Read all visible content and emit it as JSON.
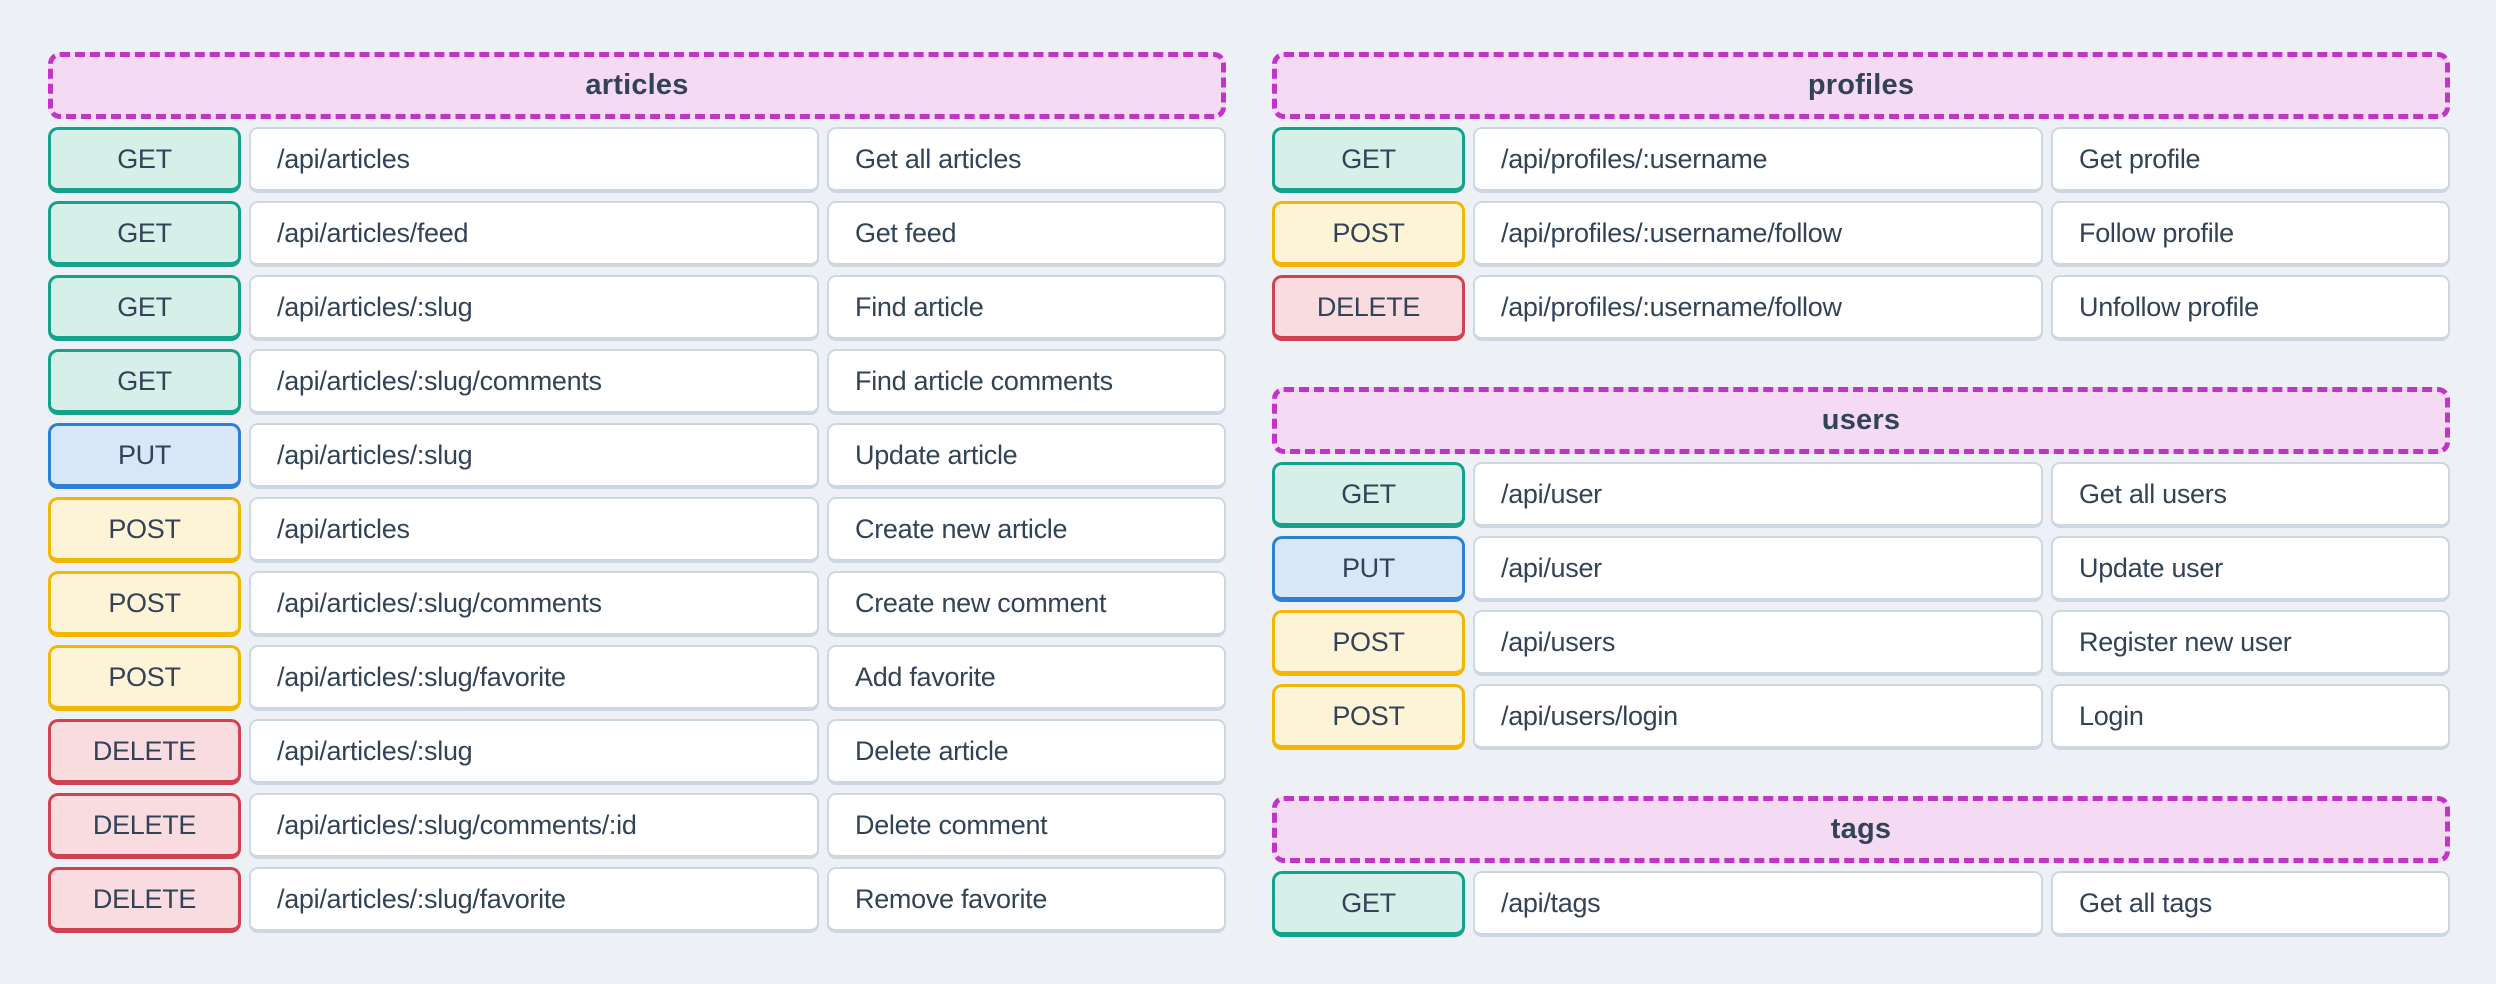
{
  "style": {
    "page_bg": "#edf1f6",
    "text_color": "#324357",
    "header_fill": "#f5daf3",
    "header_border": "#c035c8",
    "cell_fill": "#ffffff",
    "cell_border": "#ccd7e2"
  },
  "methods": {
    "GET": {
      "fill": "#d7efe9",
      "border": "#15a28b"
    },
    "PUT": {
      "fill": "#d8e7f8",
      "border": "#2e7fd6"
    },
    "POST": {
      "fill": "#fdf3d7",
      "border": "#f2b704"
    },
    "DELETE": {
      "fill": "#f9dce0",
      "border": "#d04250"
    }
  },
  "columns": {
    "left": [
      "articles"
    ],
    "right": [
      "profiles",
      "users",
      "tags"
    ]
  },
  "sections": {
    "articles": {
      "title": "articles",
      "rows": [
        {
          "method": "GET",
          "path": "/api/articles",
          "description": "Get all articles"
        },
        {
          "method": "GET",
          "path": "/api/articles/feed",
          "description": "Get feed"
        },
        {
          "method": "GET",
          "path": "/api/articles/:slug",
          "description": "Find article"
        },
        {
          "method": "GET",
          "path": "/api/articles/:slug/comments",
          "description": "Find article comments"
        },
        {
          "method": "PUT",
          "path": "/api/articles/:slug",
          "description": "Update article"
        },
        {
          "method": "POST",
          "path": "/api/articles",
          "description": "Create new article"
        },
        {
          "method": "POST",
          "path": "/api/articles/:slug/comments",
          "description": "Create new comment"
        },
        {
          "method": "POST",
          "path": "/api/articles/:slug/favorite",
          "description": "Add favorite"
        },
        {
          "method": "DELETE",
          "path": "/api/articles/:slug",
          "description": "Delete article"
        },
        {
          "method": "DELETE",
          "path": "/api/articles/:slug/comments/:id",
          "description": "Delete comment"
        },
        {
          "method": "DELETE",
          "path": "/api/articles/:slug/favorite",
          "description": "Remove favorite"
        }
      ]
    },
    "profiles": {
      "title": "profiles",
      "rows": [
        {
          "method": "GET",
          "path": "/api/profiles/:username",
          "description": "Get profile"
        },
        {
          "method": "POST",
          "path": "/api/profiles/:username/follow",
          "description": "Follow profile"
        },
        {
          "method": "DELETE",
          "path": "/api/profiles/:username/follow",
          "description": "Unfollow profile"
        }
      ]
    },
    "users": {
      "title": "users",
      "rows": [
        {
          "method": "GET",
          "path": "/api/user",
          "description": "Get all users"
        },
        {
          "method": "PUT",
          "path": "/api/user",
          "description": "Update user"
        },
        {
          "method": "POST",
          "path": "/api/users",
          "description": "Register new user"
        },
        {
          "method": "POST",
          "path": "/api/users/login",
          "description": "Login"
        }
      ]
    },
    "tags": {
      "title": "tags",
      "rows": [
        {
          "method": "GET",
          "path": "/api/tags",
          "description": "Get all tags"
        }
      ]
    }
  }
}
